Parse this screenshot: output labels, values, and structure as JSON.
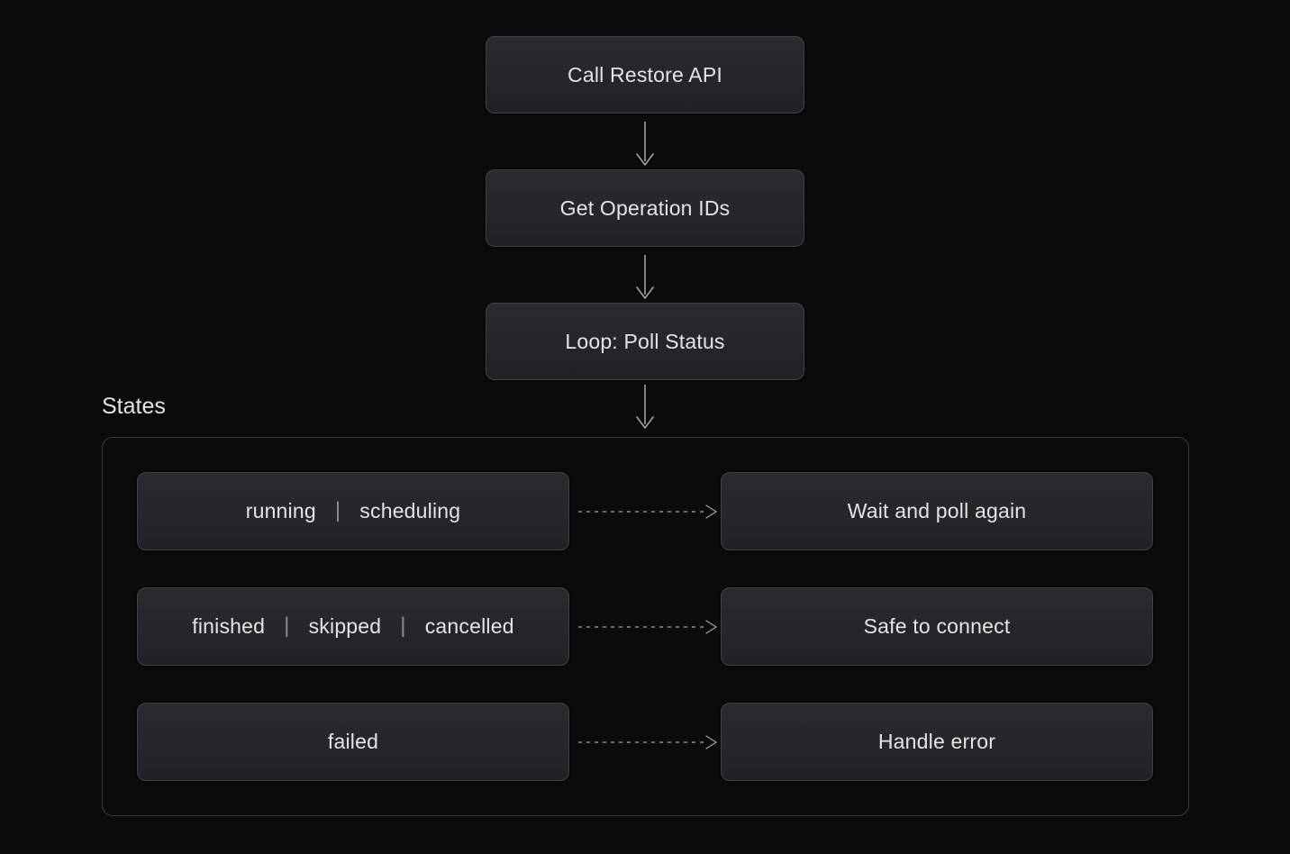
{
  "divider": "|",
  "flow": {
    "node1": "Call Restore API",
    "node2": "Get Operation IDs",
    "node3": "Loop: Poll Status"
  },
  "states": {
    "title": "States",
    "rows": [
      {
        "states": [
          "running",
          "scheduling"
        ],
        "result": "Wait and poll again"
      },
      {
        "states": [
          "finished",
          "skipped",
          "cancelled"
        ],
        "result": "Safe to connect"
      },
      {
        "states": [
          "failed"
        ],
        "result": "Handle error"
      }
    ]
  },
  "colors": {
    "background": "#0b0b0c",
    "box_fill_top": "#2a2a2f",
    "box_fill_bottom": "#222226",
    "box_border": "#3f3f46",
    "text": "#e4e4e7",
    "muted": "#8b8b92",
    "arrow": "#a1a1aa",
    "container_border": "#3a3a40"
  }
}
